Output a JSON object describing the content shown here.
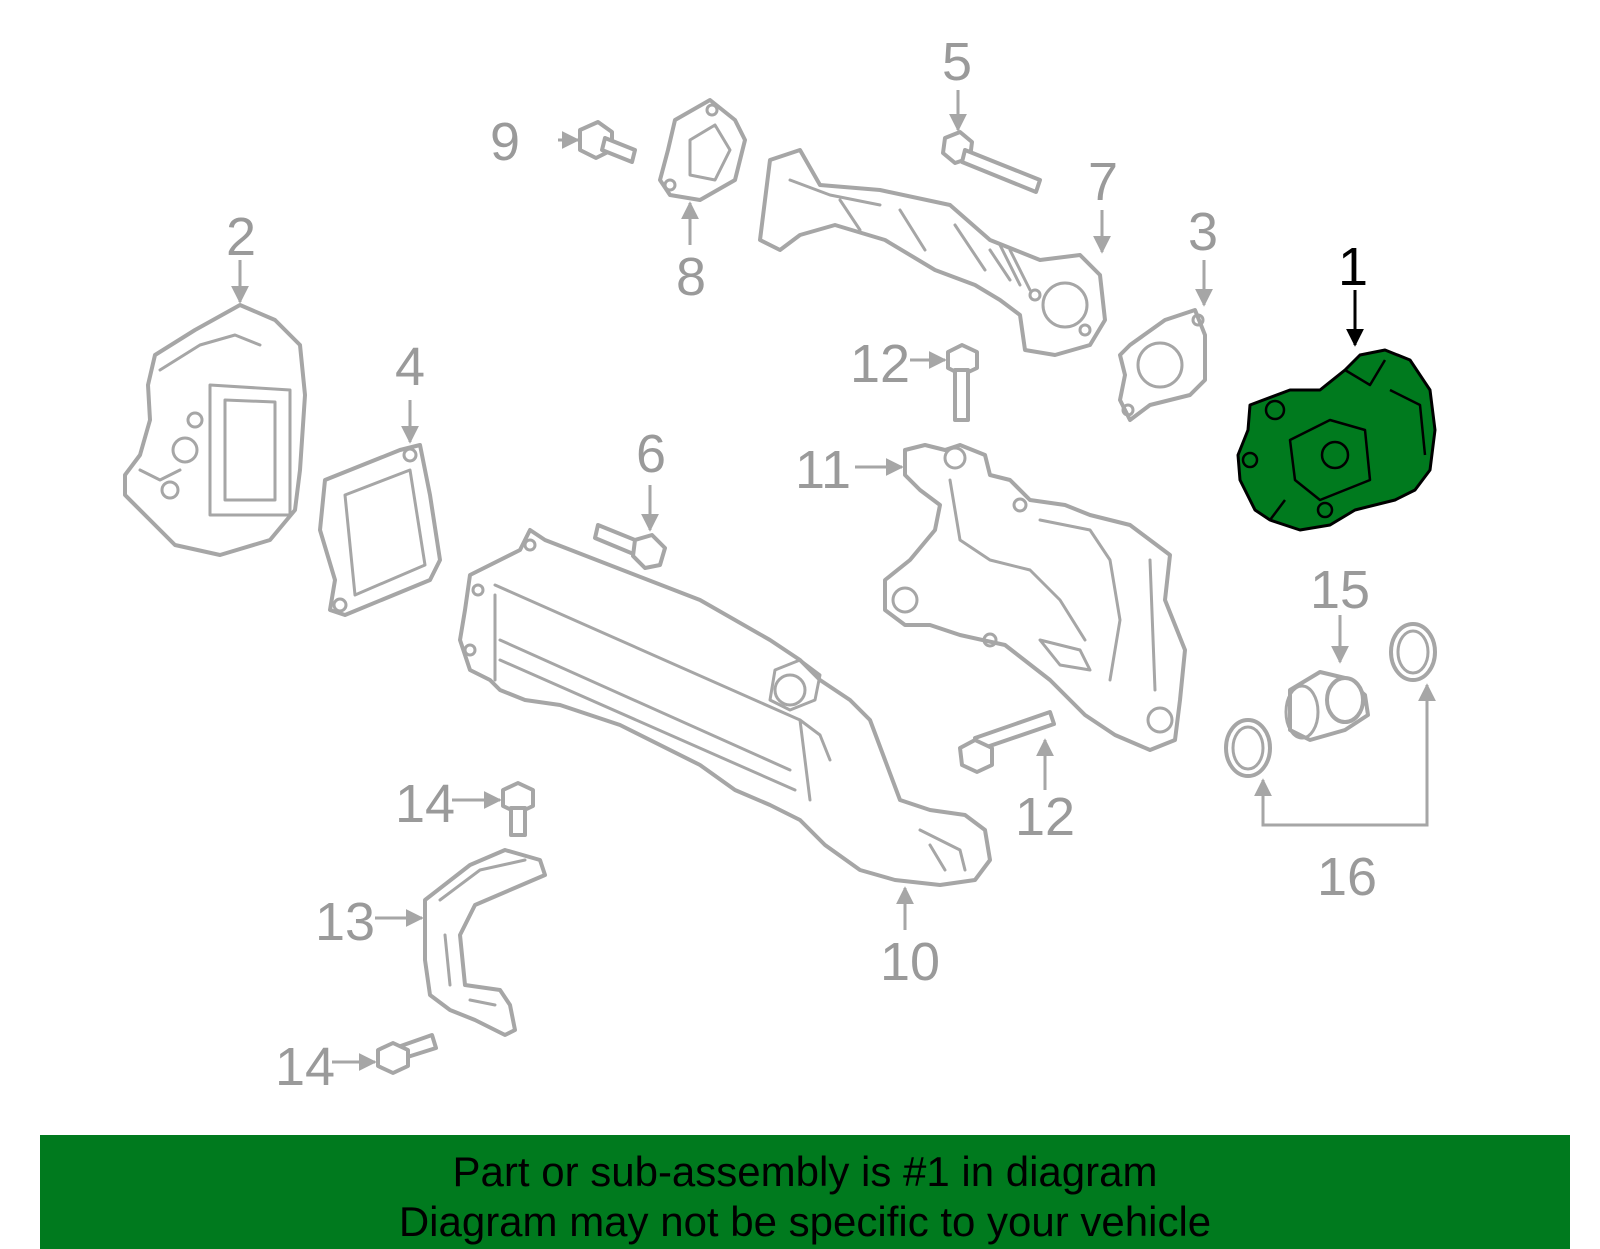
{
  "callouts": {
    "c1": "1",
    "c2": "2",
    "c3": "3",
    "c4": "4",
    "c5": "5",
    "c6": "6",
    "c7": "7",
    "c8": "8",
    "c9": "9",
    "c10": "10",
    "c11": "11",
    "c12a": "12",
    "c12b": "12",
    "c13": "13",
    "c14a": "14",
    "c14b": "14",
    "c15": "15",
    "c16": "16"
  },
  "highlighted_part": "1",
  "banner": {
    "line1": "Part or sub-assembly is #1 in diagram",
    "line2": "Diagram may not be specific to your vehicle"
  },
  "colors": {
    "highlight": "#007a1e",
    "banner": "#007a1e",
    "line_art": "#a6a6a6"
  }
}
